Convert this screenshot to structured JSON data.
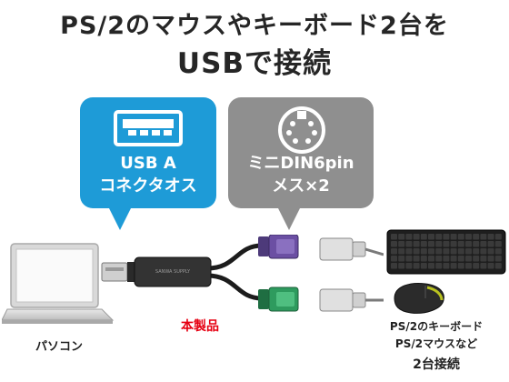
{
  "title": {
    "line1": "PS/2のマウスやキーボード2台を",
    "line2": "USBで接続"
  },
  "usb_bubble": {
    "line1": "USB A",
    "line2": "コネクタオス",
    "icon": "usb-a-port-icon",
    "color": "#1e9bd7"
  },
  "din_bubble": {
    "line1": "ミニDIN6pin",
    "line2": "メス×2",
    "icon": "ps2-port-icon",
    "color": "#8f8f8f"
  },
  "labels": {
    "pc": "パソコン",
    "product": "本製品",
    "devices_line1": "PS/2のキーボード",
    "devices_line2": "PS/2マウスなど",
    "devices_line3": "2台接続"
  },
  "product_logo": "SANWA SUPPLY",
  "colors": {
    "accent_red": "#e60012",
    "ps2_keyboard_purple": "#6b4fa3",
    "ps2_mouse_green": "#2e9b5e"
  }
}
